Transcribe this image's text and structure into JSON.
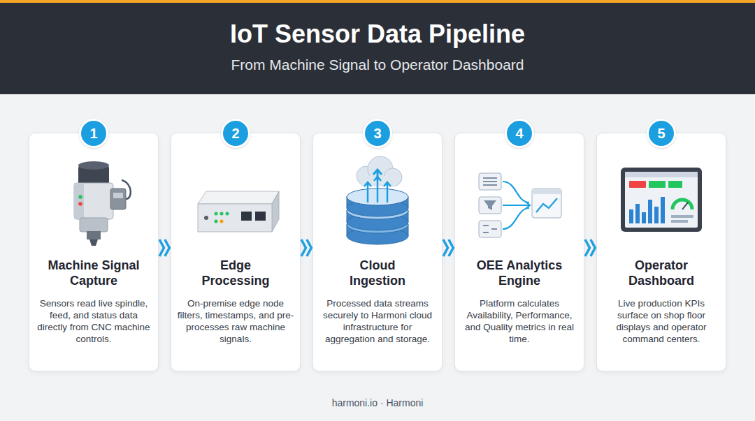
{
  "diagram": {
    "title": "IoT Sensor Data Pipeline",
    "caption": "harmoni.io · Harmoni",
    "nodes": [
      {
        "text": [
          "1",
          "Machine Signal Capture",
          "Sensors read live spindle, feed, and status data directly from CNC machine controls."
        ]
      },
      {
        "text": [
          "2",
          "Edge Processing",
          "On-premise edge node filters, timestamps, and pre-processes raw machine signals."
        ]
      },
      {
        "text": [
          "3",
          "Cloud Ingestion",
          "Processed data streams securely to Harmoni cloud infrastructure for aggregation and storage."
        ]
      },
      {
        "text": [
          "4",
          "OEE Analytics Engine",
          "Platform calculates Availability, Performance, and Quality metrics in real time."
        ]
      },
      {
        "text": [
          "5",
          "Operator Dashboard",
          "Live production KPIs surface on shop floor displays and operator command centers."
        ]
      }
    ],
    "edges": [
      {
        "from": 0,
        "to": 1,
        "arrow": "to"
      },
      {
        "from": 1,
        "to": 2,
        "arrow": "to"
      },
      {
        "from": 2,
        "to": 3,
        "arrow": "to"
      },
      {
        "from": 3,
        "to": 4,
        "arrow": "to"
      }
    ],
    "labels": [
      "From Machine Signal to Operator Dashboard"
    ]
  }
}
